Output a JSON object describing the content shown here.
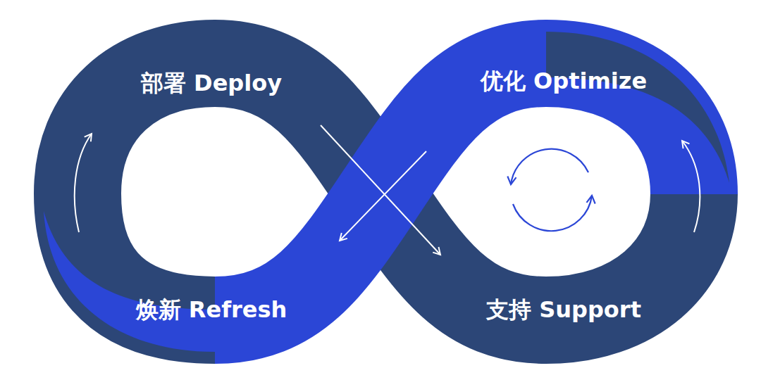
{
  "diagram": {
    "nodes": [
      {
        "text": [
          "部署 Deploy",
          "优化 Optimize",
          "焕新 Refresh",
          "支持 Support"
        ]
      }
    ]
  }
}
